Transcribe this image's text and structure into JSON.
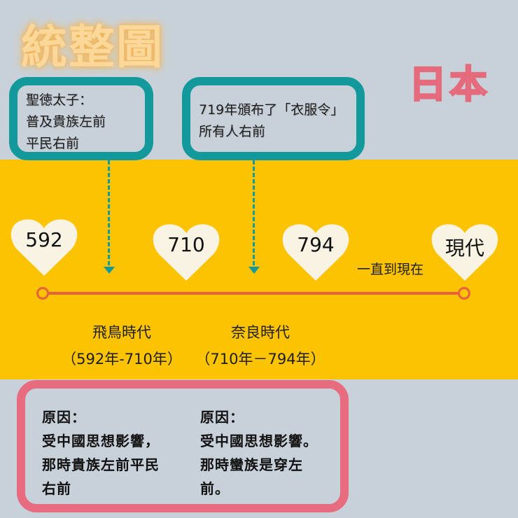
{
  "title": "統整圖",
  "country": "日本",
  "notes": [
    {
      "lines": [
        "聖徳太子：",
        "普及貴族左前",
        "平民右前"
      ]
    },
    {
      "lines": [
        "719年頒布了「衣服令」",
        "所有人右前"
      ]
    }
  ],
  "timeline": {
    "milestones": [
      {
        "label": "592"
      },
      {
        "label": "710"
      },
      {
        "label": "794"
      },
      {
        "label": "現代"
      }
    ],
    "until_label": "一直到現在",
    "eras": [
      {
        "name": "飛鳥時代",
        "range": "（592年-710年）"
      },
      {
        "name": "奈良時代",
        "range": "（710年－794年）"
      }
    ]
  },
  "reasons": [
    {
      "lines": [
        "原因：",
        "受中國思想影響，",
        "那時貴族左前平民",
        "右前"
      ]
    },
    {
      "lines": [
        "原因：",
        "受中國思想影響。",
        "那時蠻族是穿左",
        "前。"
      ]
    }
  ],
  "colors": {
    "background": "#c8d1d9",
    "band": "#fbc302",
    "teal": "#13999b",
    "pink": "#e76c80",
    "timeline": "#e8603c",
    "heart": "#f8f3e3",
    "title": "#fbd79a"
  }
}
